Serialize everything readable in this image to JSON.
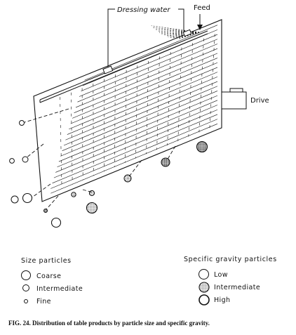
{
  "labels": {
    "dressing_water": "Dressing water",
    "feed": "Feed",
    "drive": "Drive"
  },
  "legend": {
    "size": {
      "title": "Size particles",
      "items": [
        {
          "label": "Coarse",
          "icon": "large-circle-icon"
        },
        {
          "label": "Intermediate",
          "icon": "medium-circle-icon"
        },
        {
          "label": "Fine",
          "icon": "small-circle-icon"
        }
      ]
    },
    "gravity": {
      "title": "Specific gravity particles",
      "items": [
        {
          "label": "Low",
          "icon": "hollow-circle-icon"
        },
        {
          "label": "Intermediate",
          "icon": "dotted-circle-icon"
        },
        {
          "label": "High",
          "icon": "hatched-circle-icon"
        }
      ]
    }
  },
  "caption": "FIG. 24.   Distribution of table products by particle size and specific gravity."
}
